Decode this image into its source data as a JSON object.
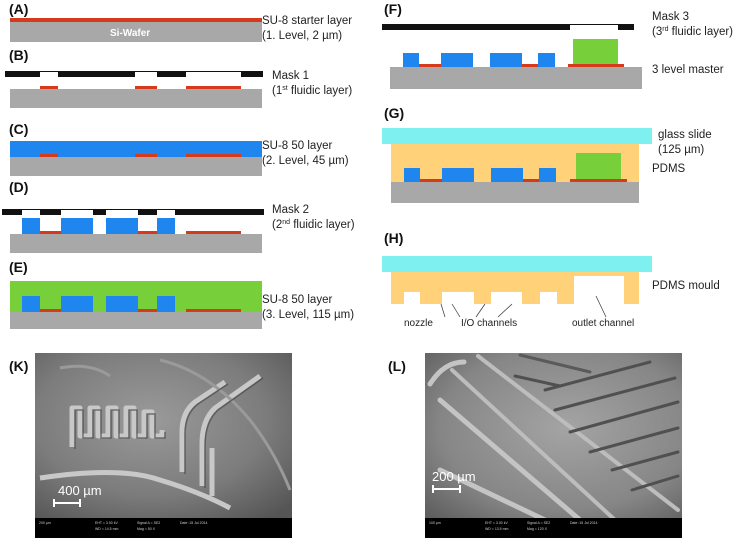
{
  "panels": {
    "A": {
      "label": "(A)",
      "wafer_text": "Si-Wafer",
      "cap1": "SU-8  starter layer",
      "cap2": "(1. Level, 2 µm)"
    },
    "B": {
      "label": "(B)",
      "cap1": "Mask 1",
      "cap2_pre": "(1",
      "cap2_sup": "st",
      "cap2_post": " fluidic layer)"
    },
    "C": {
      "label": "(C)",
      "cap1": "SU-8 50 layer",
      "cap2": "(2. Level, 45 µm)"
    },
    "D": {
      "label": "(D)",
      "cap1": "Mask 2",
      "cap2_pre": "(2",
      "cap2_sup": "nd",
      "cap2_post": " fluidic layer)"
    },
    "E": {
      "label": "(E)",
      "cap1": "SU-8 50 layer",
      "cap2": "(3. Level, 115 µm)"
    },
    "F": {
      "label": "(F)",
      "cap1": "Mask 3",
      "cap2_pre": "(3",
      "cap2_sup": "rd",
      "cap2_post": " fluidic layer)",
      "cap3": "3 level master"
    },
    "G": {
      "label": "(G)",
      "cap1": "glass slide",
      "cap2": "(125 µm)",
      "cap3": "PDMS"
    },
    "H": {
      "label": "(H)",
      "cap1": "PDMS mould",
      "nozzle": "nozzle",
      "io": "I/O channels",
      "outlet": "outlet channel"
    },
    "K": {
      "label": "(K)",
      "scale": "400 µm",
      "footer": [
        "200 µm",
        "EHT = 3.00 kV",
        "Signal A = SE2",
        "Date :15 Jul 2014",
        "WD = 14.5 mm",
        "Mag =  50 X"
      ]
    },
    "L": {
      "label": "(L)",
      "scale": "200 µm",
      "footer": [
        "100 µm",
        "EHT = 3.00 kV",
        "Signal A = SE2",
        "Date :15 Jul 2014",
        "WD = 13.5 mm",
        "Mag =  120 X"
      ]
    }
  },
  "colors": {
    "wafer": "#a8a8a8",
    "starter": "#d63a1c",
    "level2": "#1f86f0",
    "level3": "#77cf3a",
    "mask": "#111111",
    "glass": "#7ef0f0",
    "pdms": "#ffd27a"
  }
}
